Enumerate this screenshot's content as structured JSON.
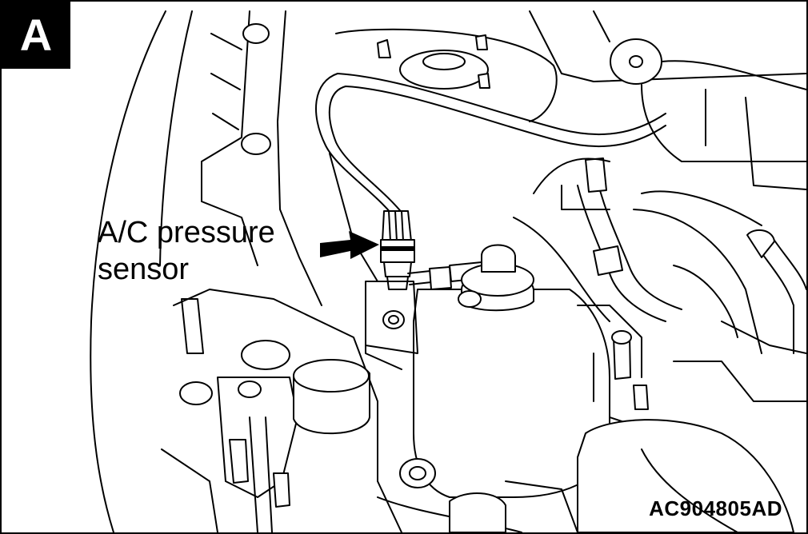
{
  "panel_label": "A",
  "callout": {
    "line1": "A/C pressure",
    "line2": "sensor"
  },
  "figure_code": "AC904805AD"
}
